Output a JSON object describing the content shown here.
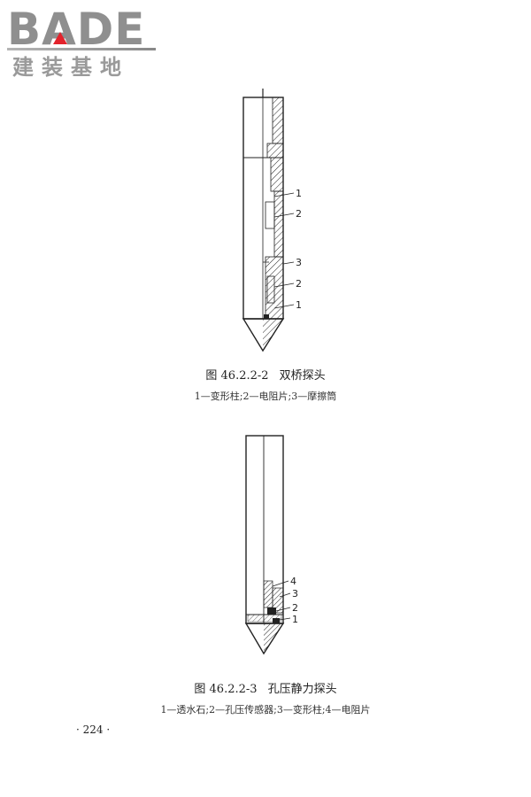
{
  "watermark": {
    "brand": "BADE",
    "subtitle": "建装基地",
    "colors": {
      "main": "#8f8f8f",
      "accent": "#e3232c"
    }
  },
  "figure1": {
    "number": "图 46.2.2-2",
    "title": "双桥探头",
    "legend": "1—变形柱;2—电阻片;3—摩擦筒",
    "callouts": [
      "1",
      "2",
      "3",
      "2",
      "1"
    ]
  },
  "figure2": {
    "number": "图 46.2.2-3",
    "title": "孔压静力探头",
    "legend": "1—透水石;2—孔压传感器;3—变形柱;4—电阻片",
    "callouts": [
      "4",
      "3",
      "2",
      "1"
    ]
  },
  "page": {
    "number": "· 224 ·"
  }
}
